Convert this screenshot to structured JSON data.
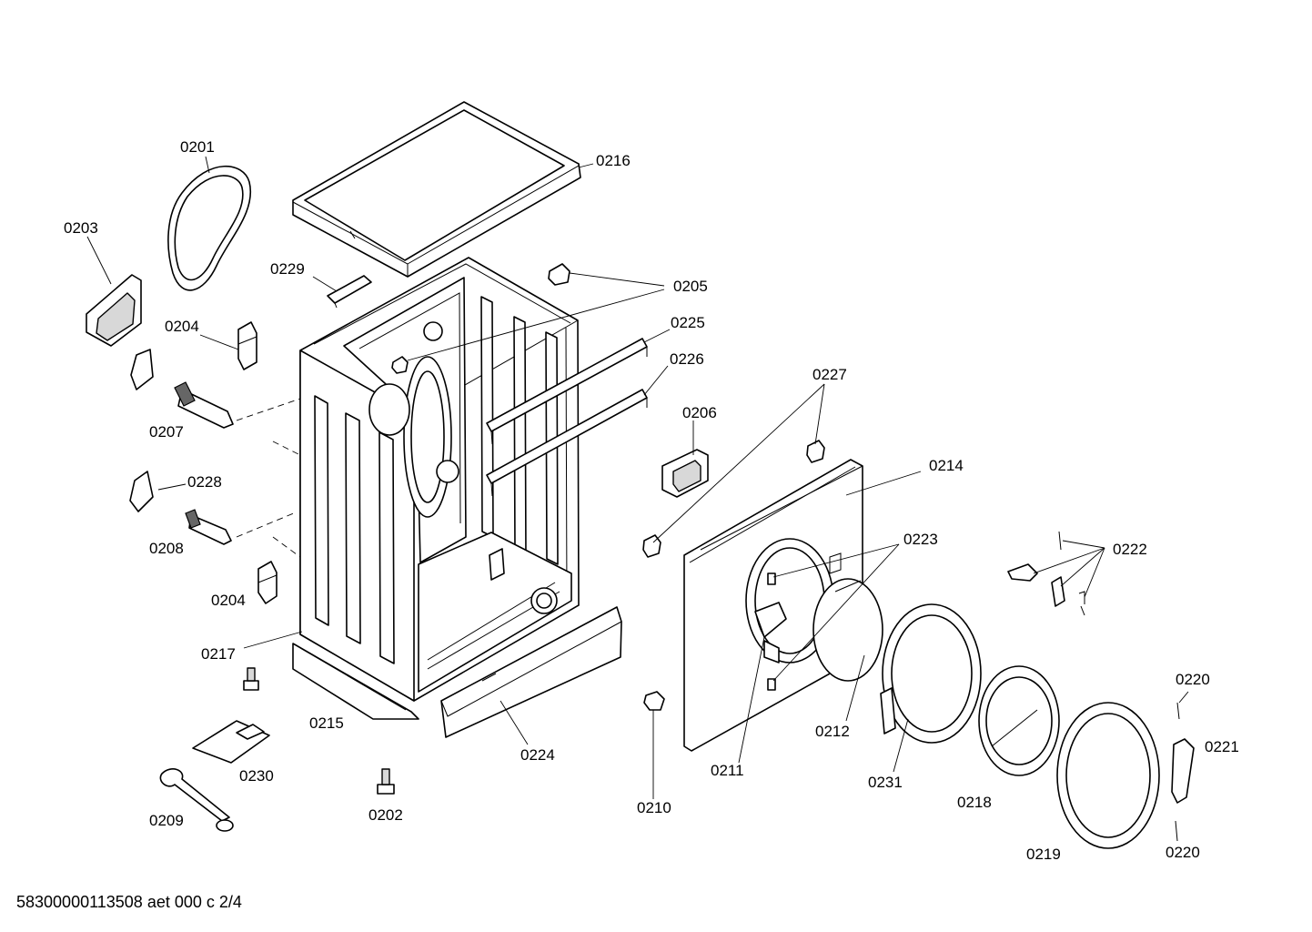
{
  "diagram": {
    "labels": {
      "p0201": "0201",
      "p0203": "0203",
      "p0216": "0216",
      "p0229": "0229",
      "p0205": "0205",
      "p0204a": "0204",
      "p0225": "0225",
      "p0226": "0226",
      "p0207": "0207",
      "p0206": "0206",
      "p0227": "0227",
      "p0228": "0228",
      "p0214": "0214",
      "p0208": "0208",
      "p0223": "0223",
      "p0222": "0222",
      "p0204b": "0204",
      "p0217": "0217",
      "p0220a": "0220",
      "p0215": "0215",
      "p0212": "0212",
      "p0224": "0224",
      "p0230": "0230",
      "p0221": "0221",
      "p0211": "0211",
      "p0231": "0231",
      "p0218": "0218",
      "p0210": "0210",
      "p0209": "0209",
      "p0202": "0202",
      "p0219": "0219",
      "p0220b": "0220"
    },
    "footer": "58300000113508 aet 000 c 2/4"
  }
}
